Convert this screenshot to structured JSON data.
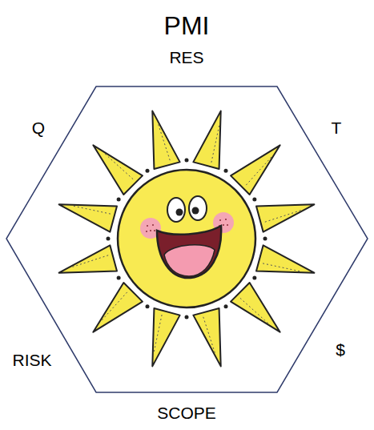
{
  "diagram": {
    "title": "PMI",
    "labels": [
      "RES",
      "Q",
      "T",
      "RISK",
      "$",
      "SCOPE"
    ]
  }
}
